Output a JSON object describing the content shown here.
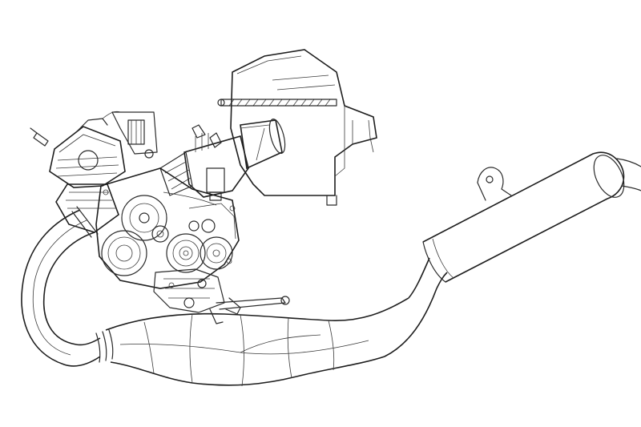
{
  "figure": {
    "type": "technical-line-drawing",
    "colors": {
      "background": "#ffffff",
      "ink": "#2a2a2a"
    },
    "components": [
      {
        "key": "engine",
        "icon": "engine-icon"
      },
      {
        "key": "carburetor",
        "icon": "carburetor-icon"
      },
      {
        "key": "airbox",
        "icon": "airbox-icon"
      },
      {
        "key": "expansion-chamber",
        "icon": "exhaust-pipe-icon"
      },
      {
        "key": "silencer",
        "icon": "silencer-icon"
      }
    ]
  }
}
